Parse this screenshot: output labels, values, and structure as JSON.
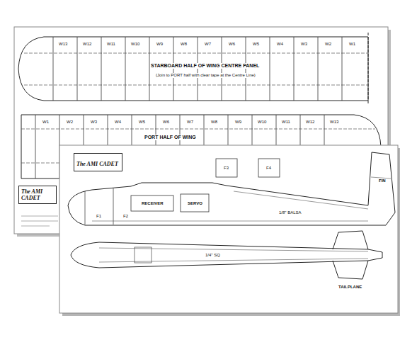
{
  "diagram": {
    "nodes": [
      {
        "text": [
          "The AMI CADET"
        ]
      },
      {
        "text": [
          "The AMI CADET"
        ]
      }
    ],
    "labels": [
      "W13",
      "W12",
      "W11",
      "W10",
      "W9",
      "W8",
      "W7",
      "W6",
      "W5",
      "W4",
      "W3",
      "W2",
      "W1",
      "W1",
      "W2",
      "W3",
      "W4",
      "W5",
      "W6",
      "W7",
      "W8",
      "W9",
      "W10",
      "W11",
      "W12",
      "W13",
      "STARBOARD HALF OF WING CENTRE PANEL",
      "(Join to PORT half with clear tape at the Centre Line)",
      "PORT HALF OF WING",
      "F1",
      "F2",
      "F3",
      "F4",
      "RECEIVER",
      "SERVO",
      "1/8\" BALSA",
      "FIN",
      "1/4\" SQ",
      "TAILPLANE"
    ]
  }
}
